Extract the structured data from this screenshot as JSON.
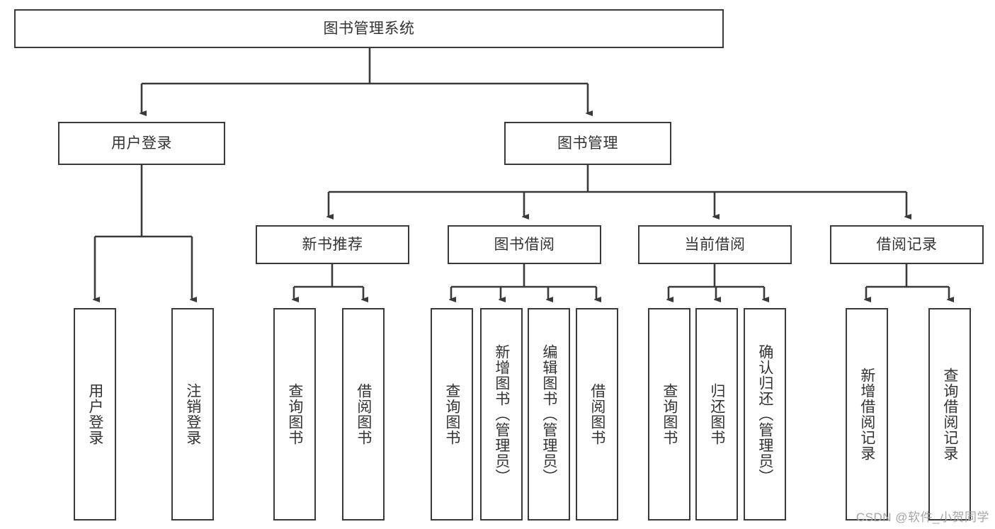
{
  "diagram": {
    "type": "tree-hierarchy",
    "title": "图书管理系统",
    "orientation": "top-down",
    "colors": {
      "box_border": "#3a3a3a",
      "box_fill": "#ffffff",
      "text": "#333333",
      "edge": "#3a3a3a",
      "watermark": "#a6a6a6",
      "background": "#ffffff"
    },
    "root": {
      "label": "图书管理系统"
    },
    "level2": [
      {
        "label": "用户登录"
      },
      {
        "label": "图书管理"
      }
    ],
    "level3": [
      {
        "label": "新书推荐"
      },
      {
        "label": "图书借阅"
      },
      {
        "label": "当前借阅"
      },
      {
        "label": "借阅记录"
      }
    ],
    "leaves": {
      "user_login": [
        {
          "label": "用户登录"
        },
        {
          "label": "注销登录"
        }
      ],
      "new_book_recommend": [
        {
          "label": "查询图书"
        },
        {
          "label": "借阅图书"
        }
      ],
      "book_borrow": [
        {
          "label": "查询图书"
        },
        {
          "label": "新增图书（管理员）"
        },
        {
          "label": "编辑图书（管理员）"
        },
        {
          "label": "借阅图书"
        }
      ],
      "current_borrow": [
        {
          "label": "查询图书"
        },
        {
          "label": "归还图书"
        },
        {
          "label": "确认归还（管理员）"
        }
      ],
      "borrow_record": [
        {
          "label": "新增借阅记录"
        },
        {
          "label": "查询借阅记录"
        }
      ]
    }
  },
  "watermark": {
    "text": "CSDN @软件_小贺同学"
  }
}
